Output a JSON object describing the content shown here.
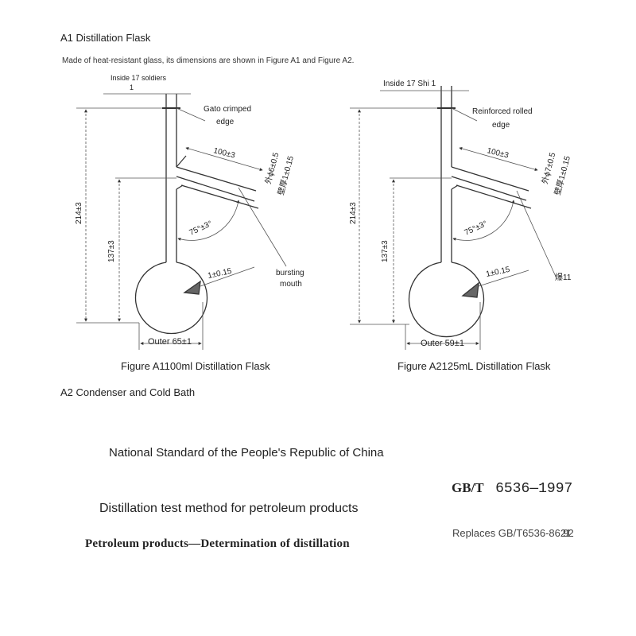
{
  "section_a1_title": "A1 Distillation Flask",
  "section_a1_note": "Made of heat-resistant glass, its dimensions are shown in Figure A1 and Figure A2.",
  "figure_a1": {
    "label_inside_top": "Inside 17 soldiers",
    "label_inside_num": "1",
    "label_edge_line1": "Gato crimped",
    "label_edge_line2": "edge",
    "dim_arm": "100±3",
    "dim_outer_tube": "外ϕ6±0.5",
    "dim_wall": "壁厚1±0.15",
    "dim_height_total": "214±3",
    "dim_height_arm": "137±3",
    "dim_angle": "75°±3°",
    "dim_bulb_wall": "1±0.15",
    "label_mouth_line1": "bursting",
    "label_mouth_line2": "mouth",
    "dim_outer": "Outer 65±1",
    "caption": "Figure A1100ml Distillation Flask"
  },
  "figure_a2": {
    "label_inside_top": "Inside 17 Shi 1",
    "label_edge_line1": "Reinforced rolled",
    "label_edge_line2": "edge",
    "dim_arm": "100±3",
    "dim_outer_tube": "外ϕ7±0.5",
    "dim_wall": "壁厚1±0.15",
    "dim_height_total": "214±3",
    "dim_height_arm": "137±3",
    "dim_angle": "75°±3°",
    "dim_bulb_wall": "1±0.15",
    "label_mouth": "爆11",
    "dim_outer": "Outer 59±1",
    "caption": "Figure A2125mL Distillation Flask"
  },
  "section_a2_title": "A2 Condenser and Cold Bath",
  "standard_header": "National Standard of the People's Republic of China",
  "standard_code_prefix": "GB/T",
  "standard_code_number": "6536—1997",
  "title_cn_translated": "Distillation test method for petroleum products",
  "replaces": "Replaces GB/T6536-86",
  "replaces_overlap": "2912",
  "title_en": "Petroleum products—Determination of distillation"
}
